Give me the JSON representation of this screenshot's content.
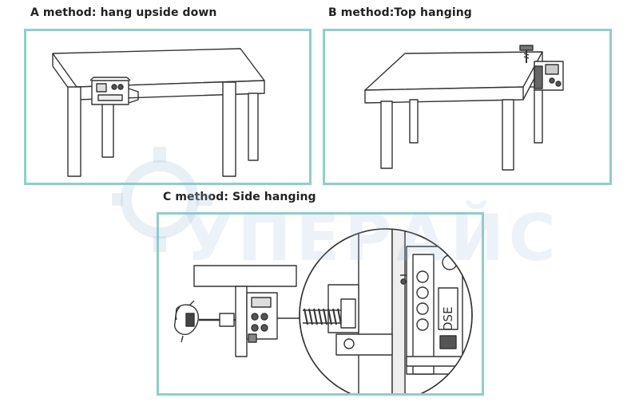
{
  "labels": {
    "a": "A method: hang upside down",
    "b": "B method:Top hanging",
    "c": "C method: Side hanging"
  },
  "device_display_text": "DSE",
  "watermark_text": "УПЕРАЙС",
  "colors": {
    "panel_border": "#8ecfc9",
    "line": "#333333",
    "watermark": "#9ab9d7"
  }
}
